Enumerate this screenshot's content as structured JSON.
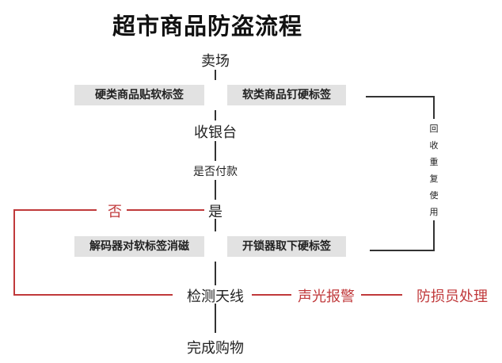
{
  "title": "超市商品防盗流程",
  "nodes": {
    "sales_floor": "卖场",
    "hard_goods_tag": "硬类商品贴软标签",
    "soft_goods_tag": "软类商品钉硬标签",
    "checkout": "收银台",
    "paid_question": "是否付款",
    "yes": "是",
    "no": "否",
    "deactivate_soft": "解码器对软标签消磁",
    "remove_hard": "开锁器取下硬标签",
    "detector": "检测天线",
    "alarm": "声光报警",
    "security_handling": "防损员处理",
    "complete": "完成购物",
    "recycle": "回收重复使用"
  },
  "colors": {
    "flow": "#333333",
    "alert": "#c0393b",
    "box": "#e2e2e2"
  }
}
